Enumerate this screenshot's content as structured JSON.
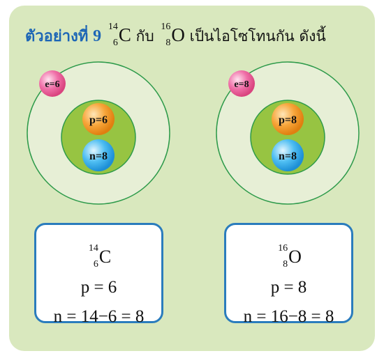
{
  "title": {
    "label": "ตัวอย่างที่",
    "number": "9",
    "nuclide1": {
      "symbol": "C",
      "mass": "14",
      "atomic": "6"
    },
    "connector": "กับ",
    "nuclide2": {
      "symbol": "O",
      "mass": "16",
      "atomic": "8"
    },
    "statement": "เป็นไอโซโทนกัน ดังนี้"
  },
  "atoms": [
    {
      "electron": "e=6",
      "proton": "p=6",
      "neutron": "n=8",
      "box": {
        "symbol": "C",
        "mass": "14",
        "atomic": "6",
        "p_line": "p = 6",
        "n_line": "n = 14−6 = 8"
      }
    },
    {
      "electron": "e=8",
      "proton": "p=8",
      "neutron": "n=8",
      "box": {
        "symbol": "O",
        "mass": "16",
        "atomic": "8",
        "p_line": "p = 8",
        "n_line": "n = 16−8 = 8"
      }
    }
  ],
  "colors": {
    "background": "#d9e8be",
    "orbit_fill": "#e7efd6",
    "orbit_line": "#2d9a4a",
    "nucleus": "#97c442",
    "proton": "#f39a1f",
    "neutron": "#3fb3ee",
    "electron": "#ef6aa4",
    "box_border": "#2a7cbd",
    "title_blue": "#1d66b6"
  }
}
